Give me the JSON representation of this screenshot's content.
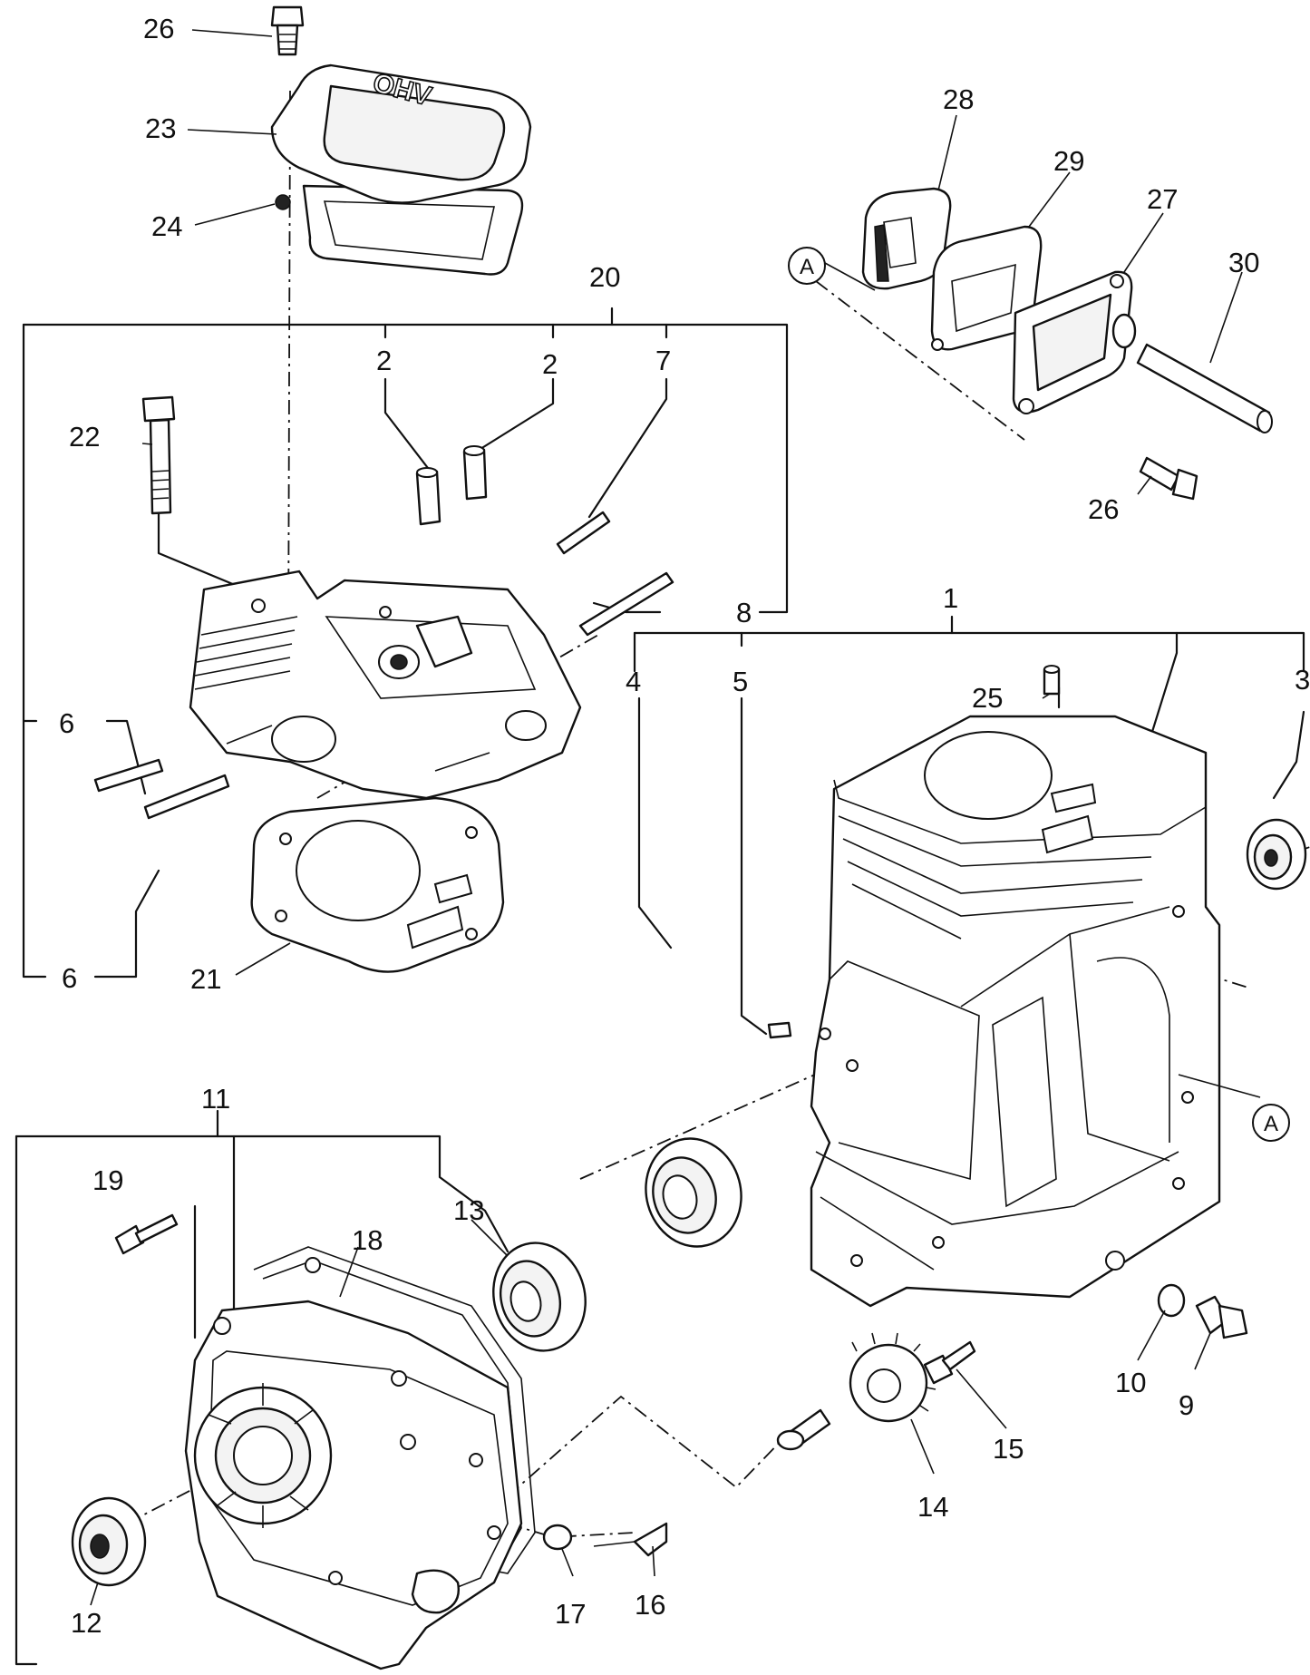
{
  "labels": {
    "p1": "1",
    "p2a": "2",
    "p2b": "2",
    "p3": "3",
    "p4": "4",
    "p5": "5",
    "p6a": "6",
    "p6b": "6",
    "p7": "7",
    "p8": "8",
    "p9": "9",
    "p10": "10",
    "p11": "11",
    "p12": "12",
    "p13": "13",
    "p14": "14",
    "p15": "15",
    "p16": "16",
    "p17": "17",
    "p18": "18",
    "p19": "19",
    "p20": "20",
    "p21": "21",
    "p22": "22",
    "p23": "23",
    "p24": "24",
    "p25": "25",
    "p26a": "26",
    "p26b": "26",
    "p27": "27",
    "p28": "28",
    "p29": "29",
    "p30": "30"
  },
  "refs": {
    "a1": "A",
    "a2": "A"
  },
  "cover_embossing": "OHV"
}
